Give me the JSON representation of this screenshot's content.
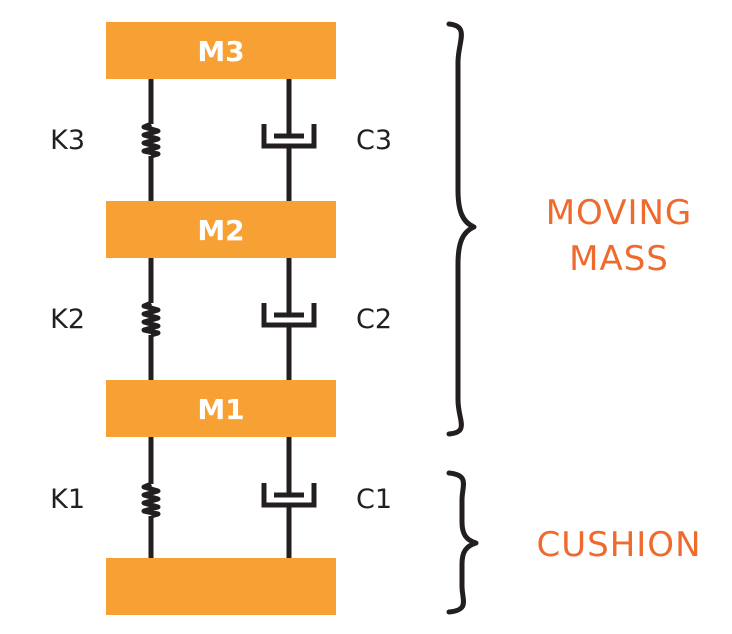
{
  "masses": [
    {
      "label": "M3"
    },
    {
      "label": "M2"
    },
    {
      "label": "M1"
    },
    {
      "label": ""
    }
  ],
  "springs": [
    {
      "label": "K3"
    },
    {
      "label": "K2"
    },
    {
      "label": "K1"
    }
  ],
  "dampers": [
    {
      "label": "C3"
    },
    {
      "label": "C2"
    },
    {
      "label": "C1"
    }
  ],
  "groups": {
    "moving_mass": {
      "line1": "MOVING",
      "line2": "MASS"
    },
    "cushion": {
      "label": "CUSHION"
    }
  },
  "colors": {
    "mass_fill": "#f7a034",
    "line": "#231f20",
    "group_text": "#ef6a2d"
  }
}
